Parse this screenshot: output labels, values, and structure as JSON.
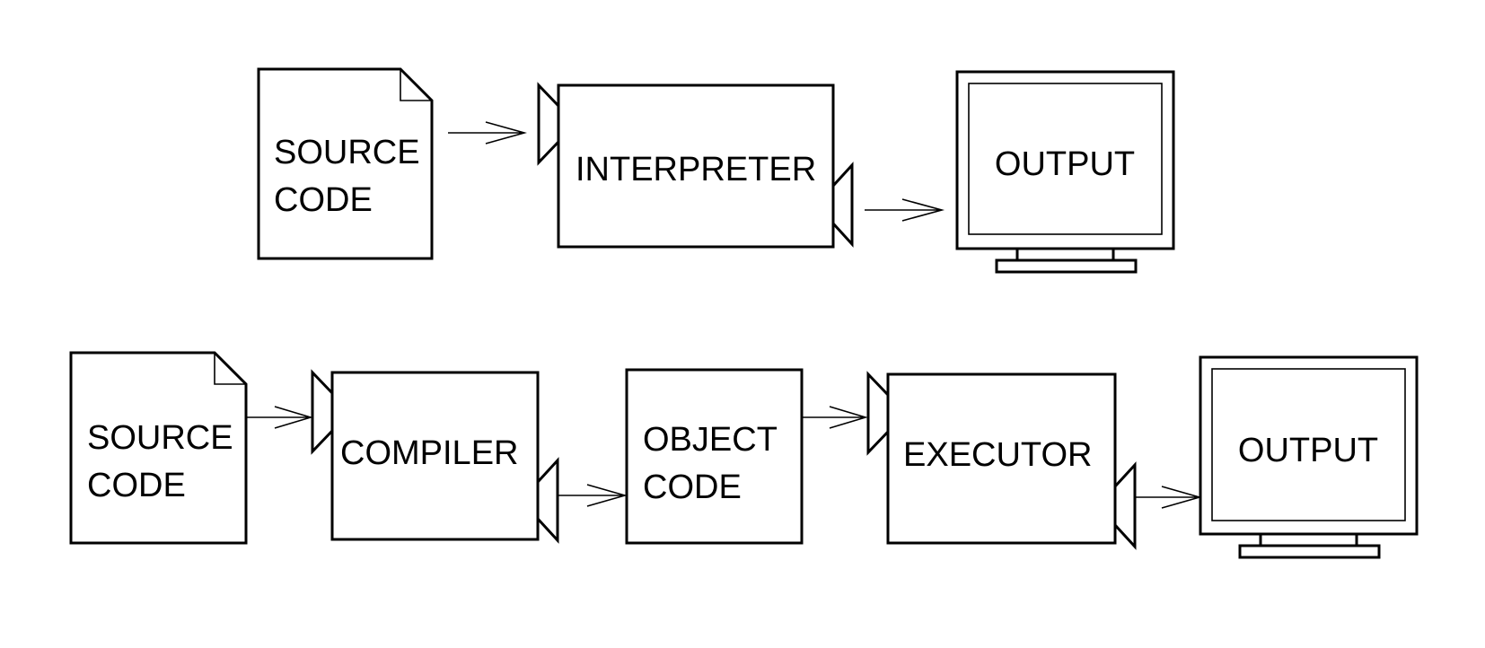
{
  "interpreter_flow": {
    "source_line1": "SOURCE",
    "source_line2": "CODE",
    "interpreter": "INTERPRETER",
    "output": "OUTPUT"
  },
  "compiler_flow": {
    "source_line1": "SOURCE",
    "source_line2": "CODE",
    "compiler": "COMPILER",
    "object_line1": "OBJECT",
    "object_line2": "CODE",
    "executor": "EXECUTOR",
    "output": "OUTPUT"
  }
}
